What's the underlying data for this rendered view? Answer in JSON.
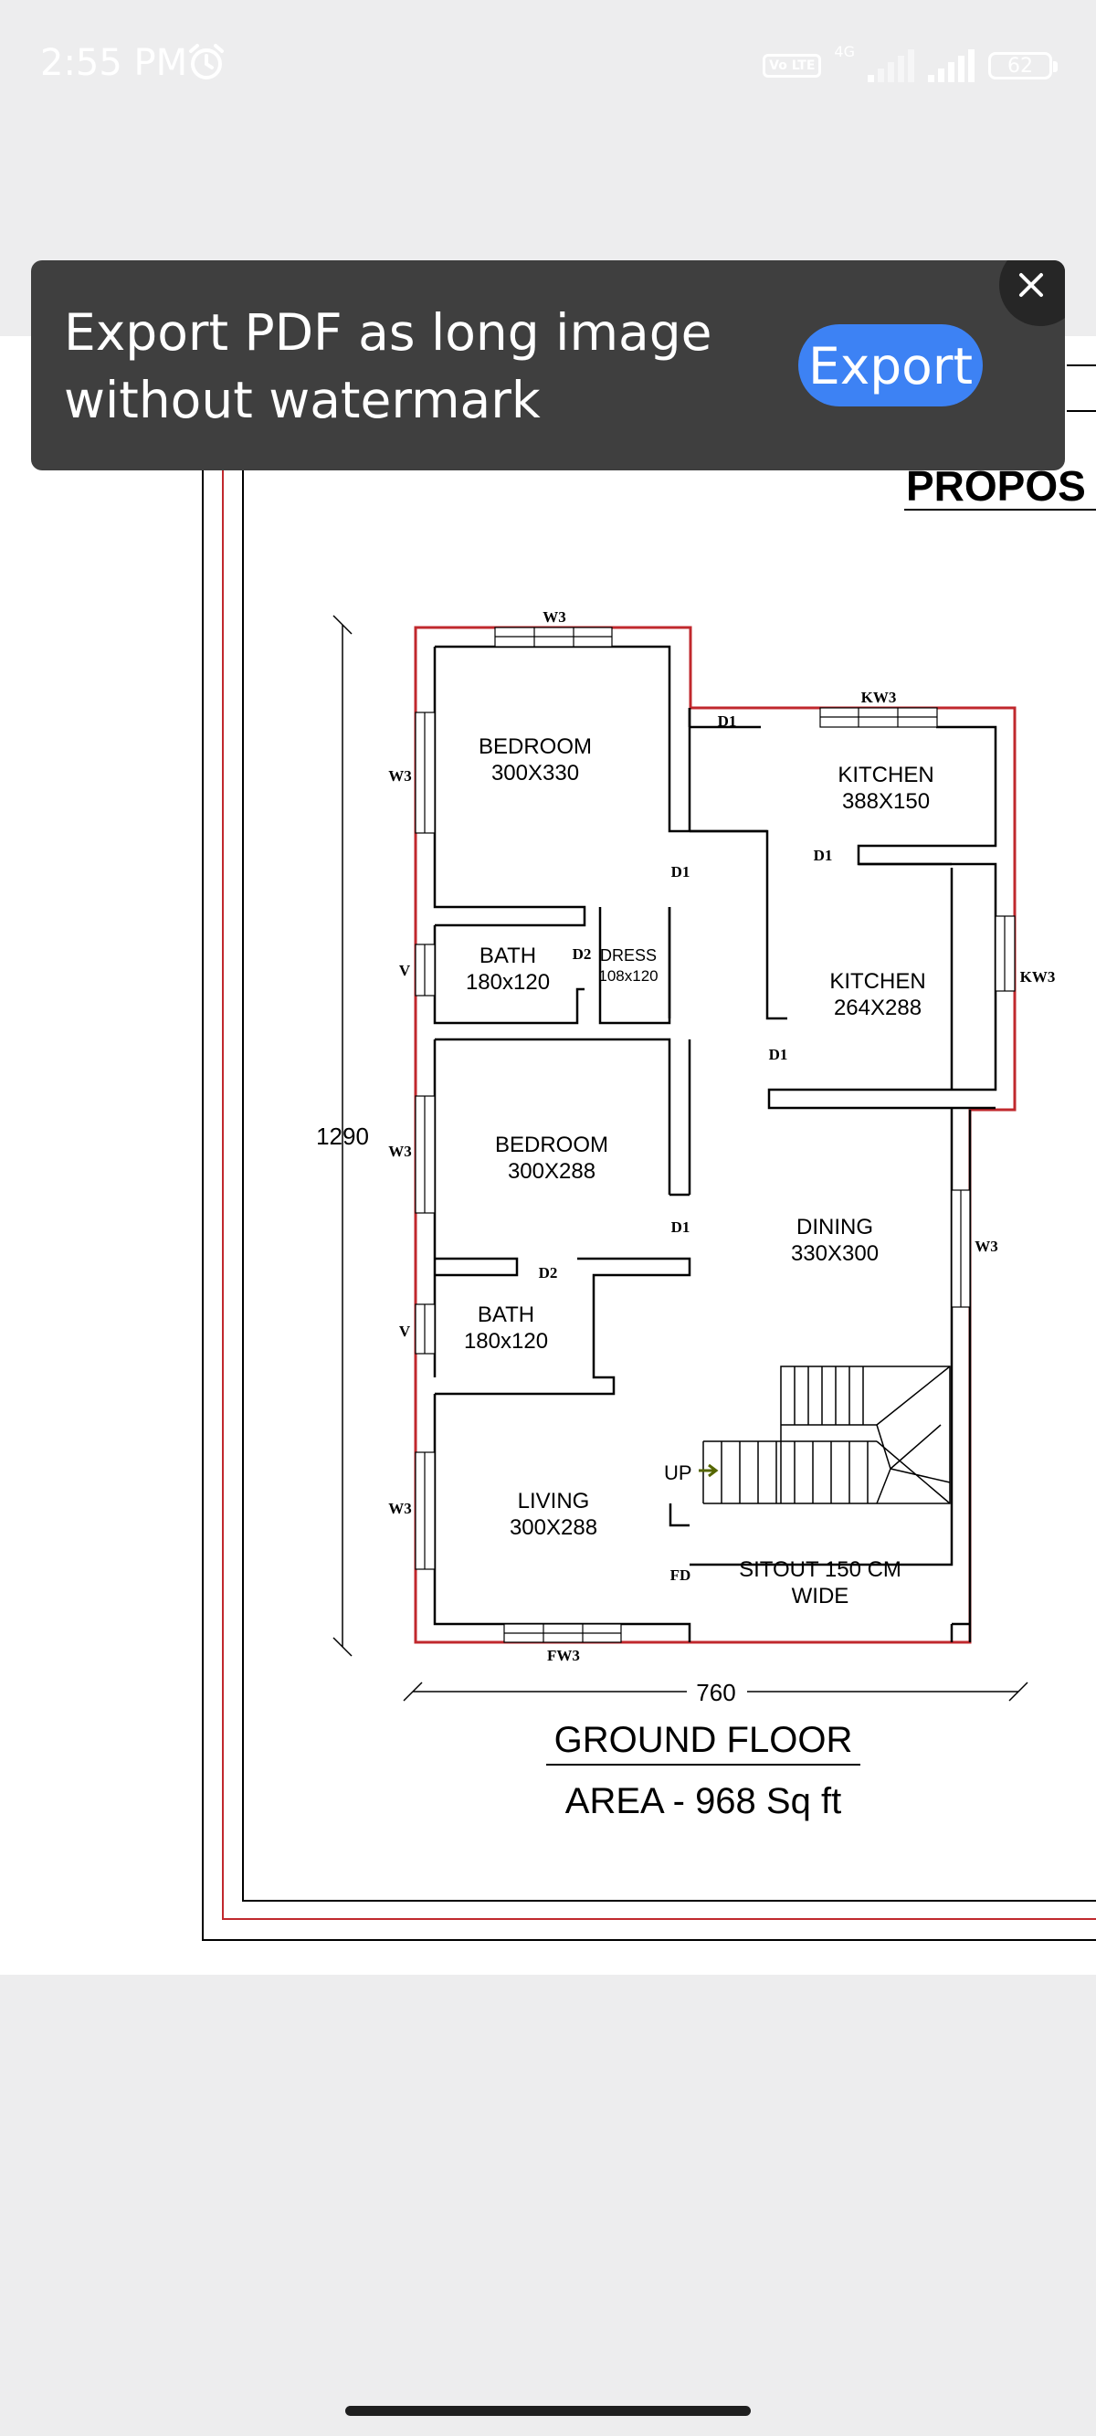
{
  "status_bar": {
    "time": "2:55 PM",
    "volte_label": "Vo LTE",
    "network_label": "4G",
    "battery_level": "62",
    "icons": [
      "alarm-icon",
      "signal-icon",
      "signal-icon",
      "battery-icon"
    ]
  },
  "banner": {
    "line1": "Export PDF as long image",
    "line2": "without watermark",
    "export_label": "Export",
    "close_icon": "close-icon",
    "button_color": "#3d82f4"
  },
  "plan": {
    "header": "PROPOS",
    "rooms": {
      "bedroom1": {
        "name": "BEDROOM",
        "size": "300X330"
      },
      "kitchen1": {
        "name": "KITCHEN",
        "size": "388X150"
      },
      "bath1": {
        "name": "BATH",
        "size": "180x120"
      },
      "dress": {
        "name": "DRESS",
        "size": "108x120"
      },
      "kitchen2": {
        "name": "KITCHEN",
        "size": "264X288"
      },
      "bedroom2": {
        "name": "BEDROOM",
        "size": "300X288"
      },
      "dining": {
        "name": "DINING",
        "size": "330X300"
      },
      "bath2": {
        "name": "BATH",
        "size": "180x120"
      },
      "living": {
        "name": "LIVING",
        "size": "300X288"
      },
      "sitout": {
        "line1": "SITOUT 150 CM",
        "line2": "WIDE"
      }
    },
    "tags": {
      "w3_top": "W3",
      "kw3_top": "KW3",
      "w3_left1": "W3",
      "v_left1": "V",
      "w3_left2": "W3",
      "v_left2": "V",
      "w3_left3": "W3",
      "kw3_right": "KW3",
      "w3_right": "W3",
      "d1_a": "D1",
      "d1_b": "D1",
      "d1_c": "D1",
      "d1_d": "D1",
      "d1_e": "D1",
      "d2_a": "D2",
      "d2_b": "D2",
      "fd": "FD",
      "fw3": "FW3",
      "up": "UP"
    },
    "dims": {
      "height": "1290",
      "width": "760"
    },
    "title": "GROUND FLOOR",
    "area": "AREA - 968 Sq ft",
    "colors": {
      "outline": "#c0282d",
      "walls": "#000000"
    }
  }
}
